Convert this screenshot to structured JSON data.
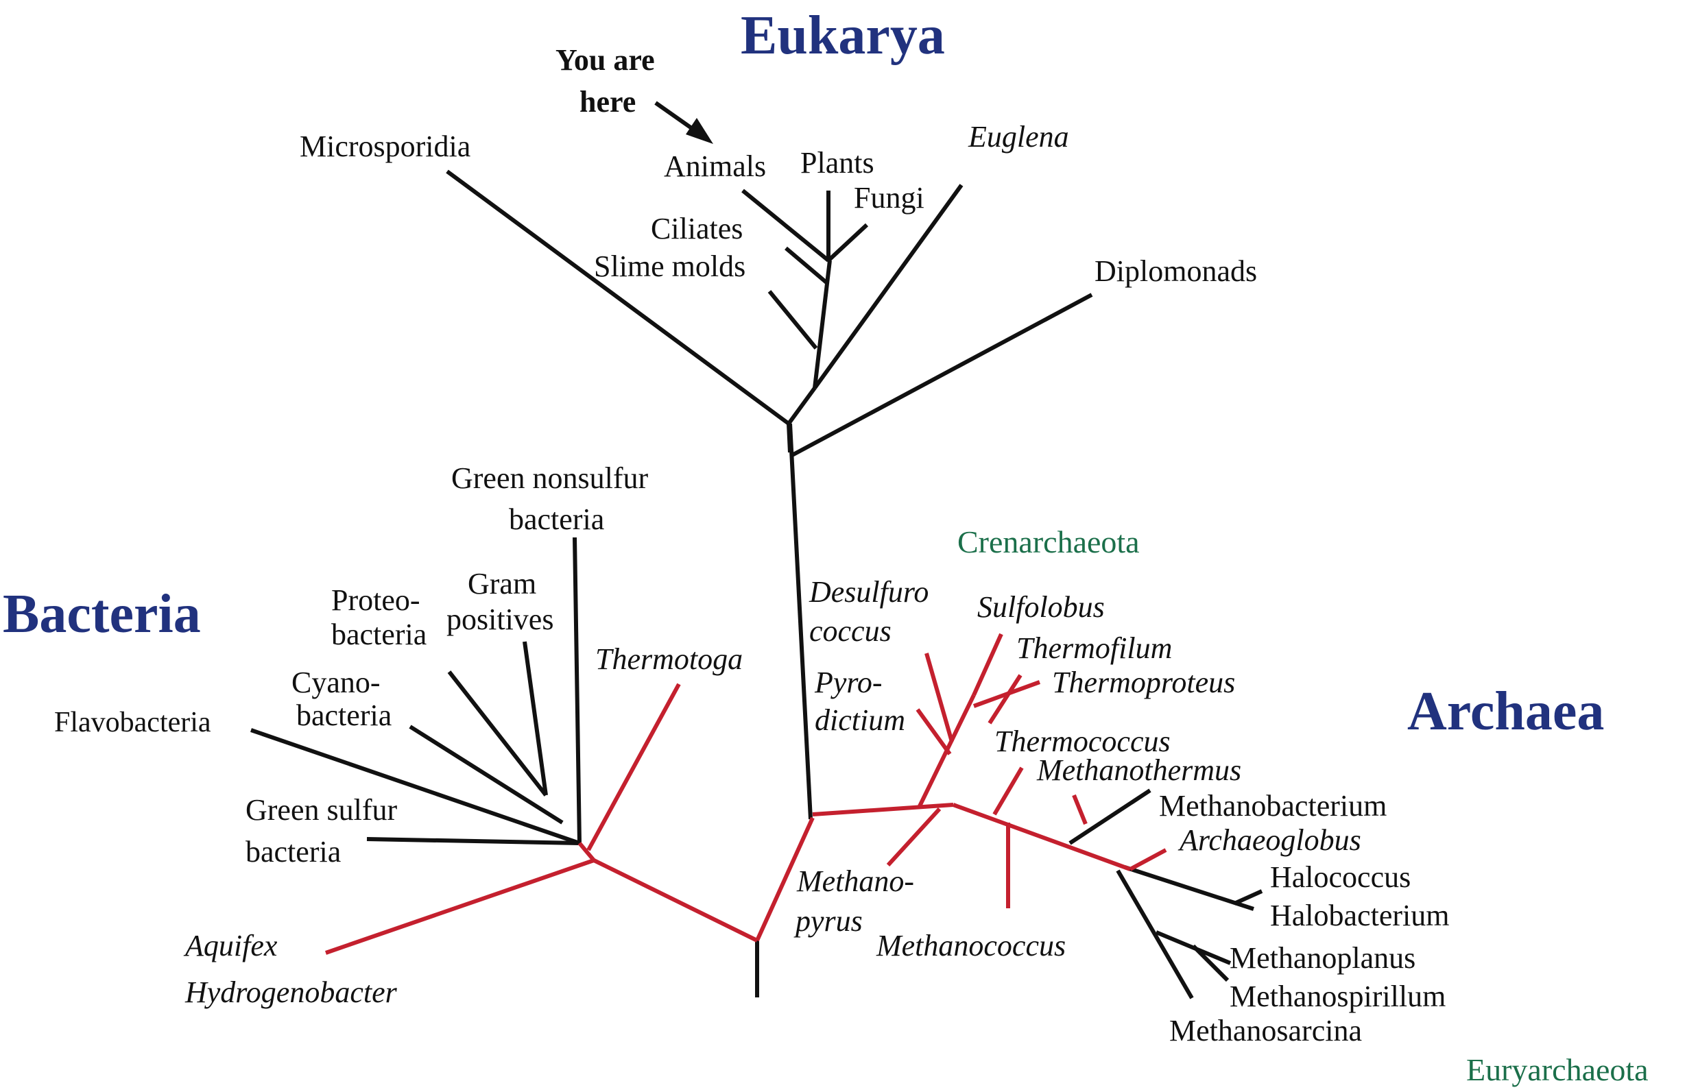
{
  "domains": {
    "eukarya": "Eukarya",
    "bacteria": "Bacteria",
    "archaea": "Archaea"
  },
  "annotation": {
    "line1": "You are",
    "line2": "here"
  },
  "eukarya_taxa": {
    "microsporidia": "Microsporidia",
    "animals": "Animals",
    "plants": "Plants",
    "fungi": "Fungi",
    "euglena": "Euglena",
    "ciliates": "Ciliates",
    "slime_molds": "Slime molds",
    "diplomonads": "Diplomonads"
  },
  "bacteria_taxa": {
    "green_nonsulfur_1": "Green nonsulfur",
    "green_nonsulfur_2": "bacteria",
    "gram_1": "Gram",
    "gram_2": "positives",
    "proteo_1": "Proteo-",
    "proteo_2": "bacteria",
    "cyano_1": "Cyano-",
    "cyano_2": "bacteria",
    "flavobacteria": "Flavobacteria",
    "green_sulfur_1": "Green sulfur",
    "green_sulfur_2": "bacteria",
    "thermotoga": "Thermotoga",
    "aquifex": "Aquifex",
    "hydrogenobacter": "Hydrogenobacter"
  },
  "archaea_groups": {
    "crenarchaeota": "Crenarchaeota",
    "euryarchaeota": "Euryarchaeota"
  },
  "archaea_taxa": {
    "desulfuro_1": "Desulfuro",
    "desulfuro_2": "coccus",
    "sulfolobus": "Sulfolobus",
    "thermofilum": "Thermofilum",
    "thermoproteus": "Thermoproteus",
    "pyro_1": "Pyro-",
    "pyro_2": "dictium",
    "thermococcus": "Thermococcus",
    "methanothermus": "Methanothermus",
    "methanobacterium": "Methanobacterium",
    "archaeoglobus": "Archaeoglobus",
    "halococcus": "Halococcus",
    "halobacterium": "Halobacterium",
    "methanoplanus": "Methanoplanus",
    "methanospirillum": "Methanospirillum",
    "methanosarcina": "Methanosarcina",
    "methanopyrus_1": "Methano-",
    "methanopyrus_2": "pyrus",
    "methanococcus": "Methanococcus"
  },
  "colors": {
    "domain_title": "#21327e",
    "black_branch": "#111111",
    "red_branch": "#c4202e",
    "phylum_label": "#1b6f4a"
  }
}
